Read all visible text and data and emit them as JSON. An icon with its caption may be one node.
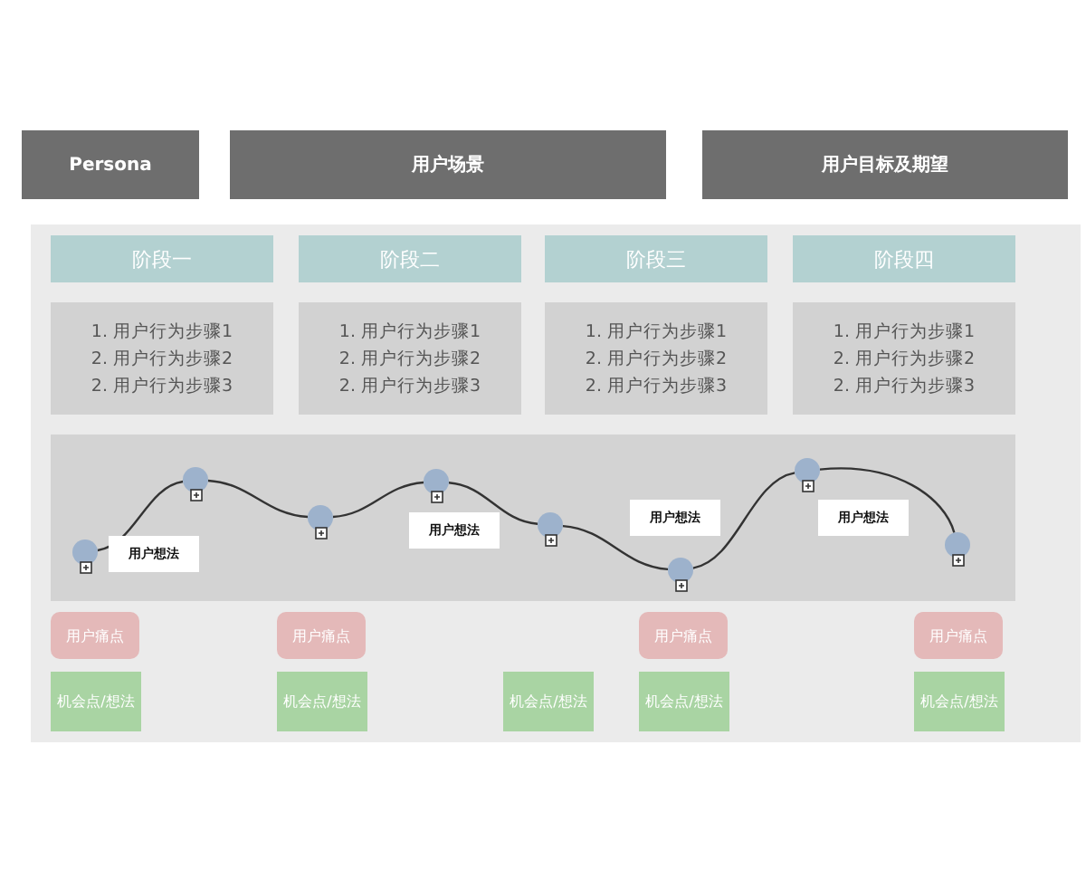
{
  "diagram": {
    "nodes": [
      {
        "text": [
          "Persona"
        ]
      },
      {
        "text": [
          "用户场景"
        ]
      },
      {
        "text": [
          "用户目标及期望"
        ]
      },
      {
        "text": [],
        "shape": "box"
      },
      {
        "text": [
          "阶段一"
        ],
        "in": 3
      },
      {
        "text": [
          "阶段二"
        ],
        "in": 3
      },
      {
        "text": [
          "阶段三"
        ],
        "in": 3
      },
      {
        "text": [
          "阶段四"
        ],
        "in": 3
      },
      {
        "text": [
          "1. 用户行为步骤1",
          "2. 用户行为步骤2",
          "2. 用户行为步骤3"
        ],
        "in": 3
      },
      {
        "text": [
          "1. 用户行为步骤1",
          "2. 用户行为步骤2",
          "2. 用户行为步骤3"
        ],
        "in": 3
      },
      {
        "text": [
          "1. 用户行为步骤1",
          "2. 用户行为步骤2",
          "2. 用户行为步骤3"
        ],
        "in": 3
      },
      {
        "text": [
          "1. 用户行为步骤1",
          "2. 用户行为步骤2",
          "2. 用户行为步骤3"
        ],
        "in": 3
      },
      {
        "text": [],
        "shape": "box",
        "in": 3
      },
      {
        "text": [],
        "shape": "circle",
        "in": 12
      },
      {
        "text": [],
        "shape": "circle",
        "in": 12
      },
      {
        "text": [],
        "shape": "circle",
        "in": 12
      },
      {
        "text": [],
        "shape": "circle",
        "in": 12
      },
      {
        "text": [],
        "shape": "circle",
        "in": 12
      },
      {
        "text": [],
        "shape": "circle",
        "in": 12
      },
      {
        "text": [],
        "shape": "circle",
        "in": 12
      },
      {
        "text": [],
        "shape": "circle",
        "in": 12
      },
      {
        "text": [
          "用户想法"
        ],
        "in": 12
      },
      {
        "text": [
          "用户想法"
        ],
        "in": 12
      },
      {
        "text": [
          "用户想法"
        ],
        "in": 12
      },
      {
        "text": [
          "用户想法"
        ],
        "in": 12
      },
      {
        "text": [
          "用户痛点"
        ],
        "in": 3
      },
      {
        "text": [
          "用户痛点"
        ],
        "in": 3
      },
      {
        "text": [
          "用户痛点"
        ],
        "in": 3
      },
      {
        "text": [
          "用户痛点"
        ],
        "in": 3
      },
      {
        "text": [
          "机会点/想法"
        ],
        "in": 3
      },
      {
        "text": [
          "机会点/想法"
        ],
        "in": 3
      },
      {
        "text": [
          "机会点/想法"
        ],
        "in": 3
      },
      {
        "text": [
          "机会点/想法"
        ],
        "in": 3
      },
      {
        "text": [
          "机会点/想法"
        ],
        "in": 3
      }
    ],
    "edges": [
      {
        "from": 13,
        "to": 14,
        "arrow": "none"
      },
      {
        "from": 14,
        "to": 15,
        "arrow": "none"
      },
      {
        "from": 15,
        "to": 16,
        "arrow": "none"
      },
      {
        "from": 16,
        "to": 17,
        "arrow": "none"
      },
      {
        "from": 17,
        "to": 18,
        "arrow": "none"
      },
      {
        "from": 18,
        "to": 19,
        "arrow": "none"
      },
      {
        "from": 19,
        "to": 20,
        "arrow": "none"
      }
    ]
  }
}
